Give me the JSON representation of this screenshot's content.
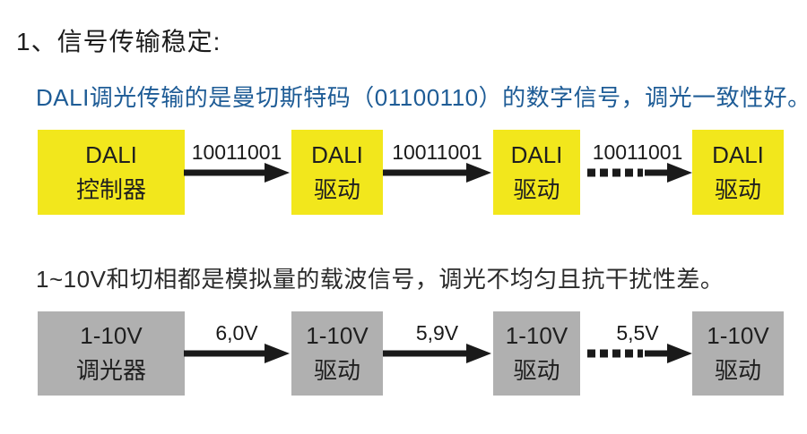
{
  "title": "1、信号传输稳定:",
  "colors": {
    "background": "#ffffff",
    "title_text": "#1c1c1c",
    "dali_box_yellow": "#f2e71c",
    "analog_box_gray": "#b0b0b0",
    "dali_subtitle_blue": "#1e5c96",
    "analog_subtitle_dark": "#2b2b2b",
    "arrow_black": "#1a1a1a"
  },
  "dali_section": {
    "subtitle": "DALI调光传输的是曼切斯特码（01100110）的数字信号，调光一致性好。",
    "boxes": [
      {
        "line1": "DALI",
        "line2": "控制器"
      },
      {
        "line1": "DALI",
        "line2": "驱动"
      },
      {
        "line1": "DALI",
        "line2": "驱动"
      },
      {
        "line1": "DALI",
        "line2": "驱动"
      }
    ],
    "arrows": [
      {
        "label": "10011001",
        "style": "solid"
      },
      {
        "label": "10011001",
        "style": "solid"
      },
      {
        "label": "10011001",
        "style": "dashed"
      }
    ]
  },
  "analog_section": {
    "subtitle": "1~10V和切相都是模拟量的载波信号，调光不均匀且抗干扰性差。",
    "boxes": [
      {
        "line1": "1-10V",
        "line2": "调光器"
      },
      {
        "line1": "1-10V",
        "line2": "驱动"
      },
      {
        "line1": "1-10V",
        "line2": "驱动"
      },
      {
        "line1": "1-10V",
        "line2": "驱动"
      }
    ],
    "arrows": [
      {
        "label": "6,0V",
        "style": "solid"
      },
      {
        "label": "5,9V",
        "style": "solid"
      },
      {
        "label": "5,5V",
        "style": "dashed"
      }
    ]
  }
}
